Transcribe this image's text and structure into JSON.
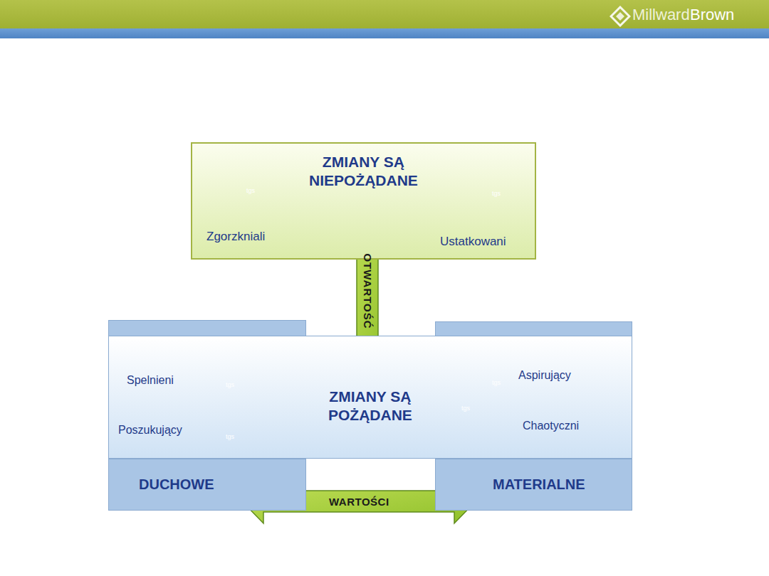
{
  "diagram": {
    "nodes": [
      {
        "text": [
          "ZMIANY SĄ NIEPOŻĄDANE"
        ]
      },
      {
        "text": [
          "Zgorzkniali"
        ],
        "in": 0
      },
      {
        "text": [
          "Ustatkowani"
        ],
        "in": 0
      },
      {
        "text": [
          "ZMIANY SĄ POŻĄDANE"
        ]
      },
      {
        "text": [
          "Spelnieni"
        ],
        "in": 3
      },
      {
        "text": [
          "Aspirujący"
        ],
        "in": 3
      },
      {
        "text": [
          "Poszukujący"
        ],
        "in": 3
      },
      {
        "text": [
          "Chaotyczni"
        ],
        "in": 3
      },
      {
        "text": [
          "DUCHOWE"
        ]
      },
      {
        "text": [
          "MATERIALNE"
        ]
      }
    ],
    "edges": [
      {
        "from": 0,
        "to": 3,
        "label": "OTWARTOŚĆ",
        "arrow": "both"
      },
      {
        "from": 8,
        "to": 9,
        "label": "WARTOŚCI",
        "arrow": "both"
      }
    ],
    "labels": [
      "Millward",
      "Brown",
      "tgs",
      "tgs",
      "tgs",
      "tgs",
      "tgs",
      "tgs"
    ]
  }
}
